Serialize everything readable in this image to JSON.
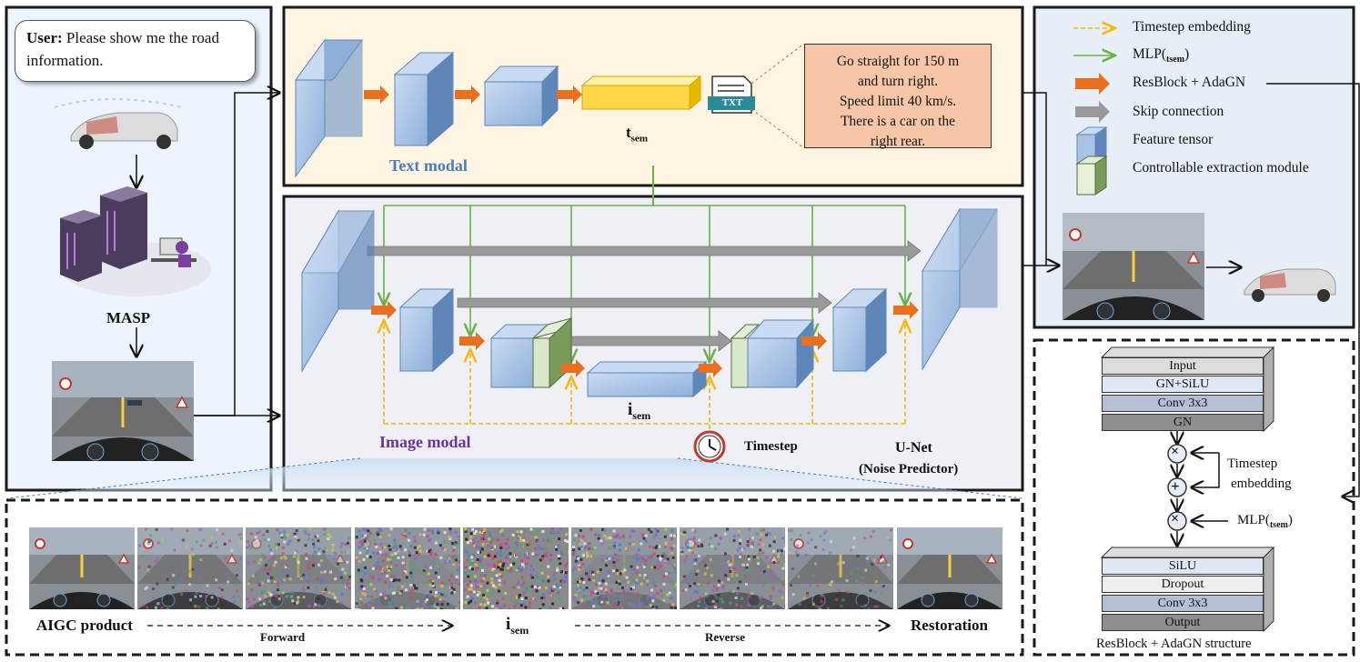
{
  "user_bubble": {
    "prefix": "User:",
    "text": "Please show me the road information."
  },
  "left_panel": {
    "masp_label": "MASP"
  },
  "text_modal": {
    "label": "Text modal",
    "tsem": "t",
    "tsem_sub": "sem",
    "file_icon_text": "TXT",
    "info_lines": [
      "Go straight for 150 m",
      "and turn right.",
      "Speed limit 40 km/s.",
      "There is a car on the",
      "right rear."
    ]
  },
  "unet": {
    "image_modal_label": "Image modal",
    "isem": "i",
    "isem_sub": "sem",
    "timestep_label": "Timestep",
    "title": "U-Net",
    "subtitle": "(Noise Predictor)"
  },
  "legend": {
    "items": [
      {
        "label": "Timestep embedding",
        "icon": "dashed-yellow-arrow"
      },
      {
        "label": "MLP(",
        "sub": "tsem",
        "suffix": ")",
        "icon": "green-arrow"
      },
      {
        "label": "ResBlock + AdaGN",
        "icon": "orange-arrow"
      },
      {
        "label": "Skip connection",
        "icon": "gray-arrow"
      },
      {
        "label": "Feature tensor",
        "icon": "blue-cuboid"
      },
      {
        "label": "Controllable extraction module",
        "icon": "green-cuboid"
      }
    ]
  },
  "resblock": {
    "top_stack": [
      "Input",
      "GN+SiLU",
      "Conv 3x3",
      "GN"
    ],
    "ops": [
      "×",
      "+",
      "×"
    ],
    "timestep_label_1": "Timestep",
    "timestep_label_2": "embedding",
    "mlp_label": "MLP(",
    "mlp_sub": "tsem",
    "mlp_suffix": ")",
    "bottom_stack": [
      "SiLU",
      "Dropout",
      "Conv 3x3",
      "Output"
    ],
    "caption": "ResBlock + AdaGN structure"
  },
  "diffusion": {
    "left_label": "AIGC product",
    "forward_label": "Forward",
    "center": "i",
    "center_sub": "sem",
    "reverse_label": "Reverse",
    "right_label": "Restoration"
  },
  "colors": {
    "orange": "#e8701f",
    "green": "#6bb04a",
    "yellow": "#f5b80f",
    "gray": "#9a9a9a",
    "blue_face": "#a9c4e4",
    "blue_side": "#5f86b8",
    "text_blue": "#4a7cc0",
    "image_purple": "#7030a0"
  }
}
